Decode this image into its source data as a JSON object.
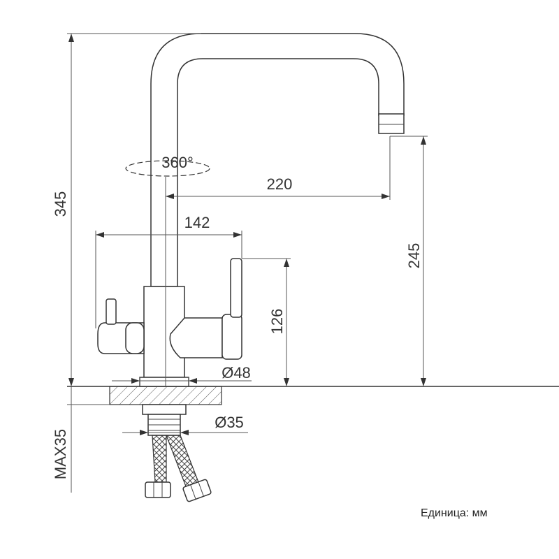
{
  "dimensions": {
    "total_height": "345",
    "reach": "220",
    "rotation": "360°",
    "handle_span": "142",
    "spout_height": "245",
    "body_height": "126",
    "base_diameter": "Ø48",
    "hole_diameter": "Ø35",
    "max_thickness": "MAX35"
  },
  "unit_note": "Единица: мм"
}
